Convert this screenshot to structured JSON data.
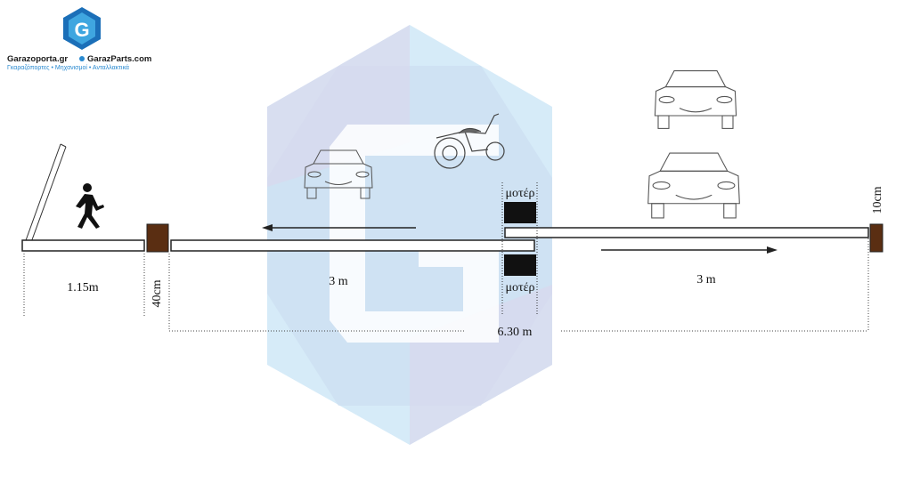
{
  "logo": {
    "letter": "G",
    "line1_a": "Garazoporta.gr",
    "line1_b": "GarazParts.com",
    "line2": "Γκαραζόπορτες • Μηχανισμοί • Ανταλλακτικά"
  },
  "watermark": {
    "letter": "G"
  },
  "labels": {
    "left_width": "1.15m",
    "post_width": "40cm",
    "left_panel": "3 m",
    "right_panel": "3 m",
    "total": "6.30 m",
    "post_right": "10cm",
    "motor_top": "μοτέρ",
    "motor_bottom": "μοτέρ"
  },
  "colors": {
    "post": "#5a2e12",
    "motor": "#111111",
    "watermark_light": "#d6ebf8",
    "watermark_mid": "#c9dcf0",
    "watermark_lav": "#d9d8ec",
    "logo_blue": "#2a8ad0"
  }
}
